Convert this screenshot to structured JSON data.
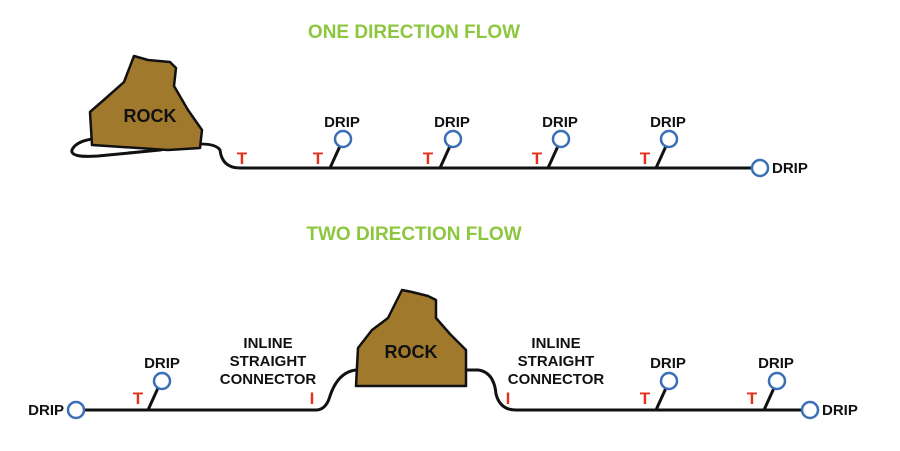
{
  "colors": {
    "title": "#8dc63f",
    "tee_marker": "#e3311d",
    "emitter_ring": "#3b6fb6",
    "rock_fill": "#a1792c",
    "pipe": "#111111"
  },
  "one_direction": {
    "title": "ONE DIRECTION FLOW",
    "rock_label": "ROCK",
    "tee_label": "T",
    "drip_label": "DRIP"
  },
  "two_direction": {
    "title": "TWO DIRECTION FLOW",
    "rock_label": "ROCK",
    "tee_label": "T",
    "inline_marker": "I",
    "drip_label": "DRIP",
    "connector_label": [
      "INLINE",
      "STRAIGHT",
      "CONNECTOR"
    ]
  }
}
